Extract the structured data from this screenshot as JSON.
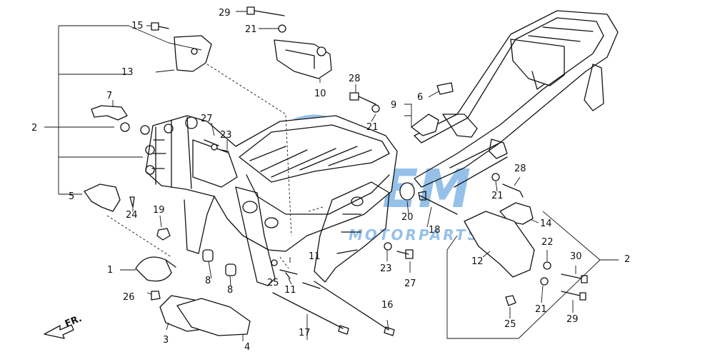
{
  "watermark": {
    "brand": "OEM",
    "sub": "MOTORPARTS",
    "color": "#3f8fd8"
  },
  "direction_label": "FR.",
  "callouts": {
    "c1": "1",
    "c2_left": "2",
    "c2_right": "2",
    "c3": "3",
    "c4": "4",
    "c5": "5",
    "c6": "6",
    "c7": "7",
    "c8_a": "8",
    "c8_b": "8",
    "c9": "9",
    "c10": "10",
    "c11_a": "11",
    "c11_b": "11",
    "c12": "12",
    "c13": "13",
    "c14": "14",
    "c15": "15",
    "c16": "16",
    "c17": "17",
    "c18": "18",
    "c19": "19",
    "c20": "20",
    "c21_top": "21",
    "c21_mid": "21",
    "c21_right": "21",
    "c21_low": "21",
    "c22": "22",
    "c23_a": "23",
    "c23_b": "23",
    "c24": "24",
    "c25_a": "25",
    "c25_b": "25",
    "c26": "26",
    "c27_a": "27",
    "c27_b": "27",
    "c28_a": "28",
    "c28_b": "28",
    "c29_top": "29",
    "c29_low": "29",
    "c30": "30"
  }
}
